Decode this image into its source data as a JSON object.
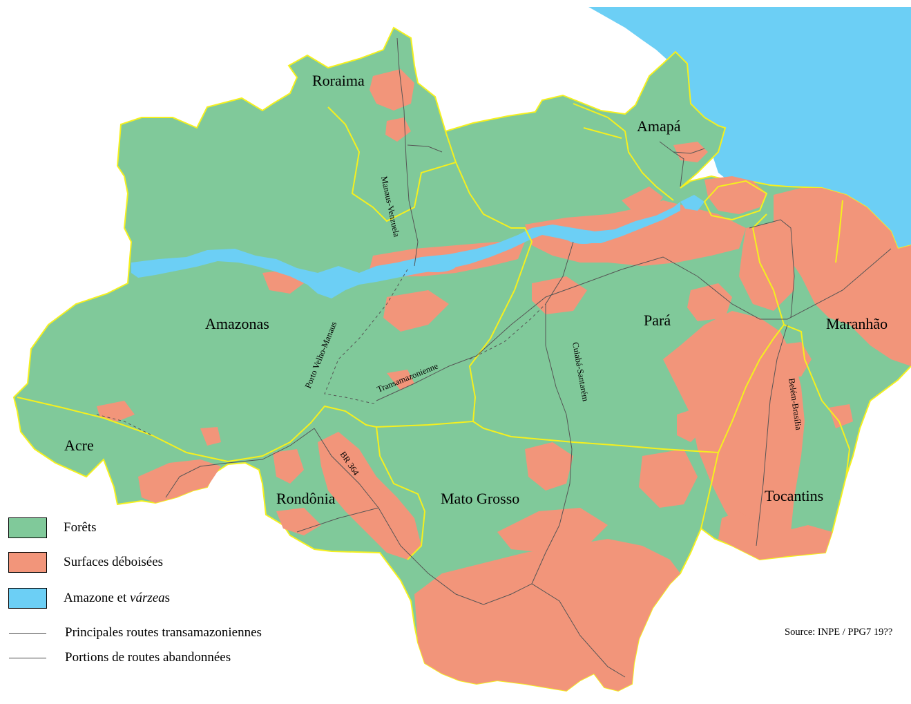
{
  "colors": {
    "forest": "#80c99a",
    "deforested": "#f2957a",
    "water": "#6ccff5",
    "border": "#f5f01e",
    "road": "#555555"
  },
  "states": {
    "roraima": "Roraima",
    "amapa": "Amapá",
    "amazonas": "Amazonas",
    "para": "Pará",
    "maranhao": "Maranhão",
    "acre": "Acre",
    "rondonia": "Rondônia",
    "mato_grosso": "Mato Grosso",
    "tocantins": "Tocantins"
  },
  "roads": {
    "manaus_venezuela": "Manaus-Venzuela",
    "porto_velho_manaus": "Porto Velho-Manaus",
    "transamazonienne": "Transamazonienne",
    "cuiaba_santarem": "Cuiabá-Santarém",
    "belem_brasilia": "Belém-Brasília",
    "br364": "BR 364"
  },
  "legend": {
    "forest": "Forêts",
    "deforested": "Surfaces déboisées",
    "water_prefix": "Amazone et ",
    "water_italic": "várzea",
    "water_suffix": "s",
    "main_roads": "Principales routes transamazoniennes",
    "abandoned_roads": "Portions de routes abandonnées"
  },
  "source": "Source: INPE / PPG7 19??"
}
